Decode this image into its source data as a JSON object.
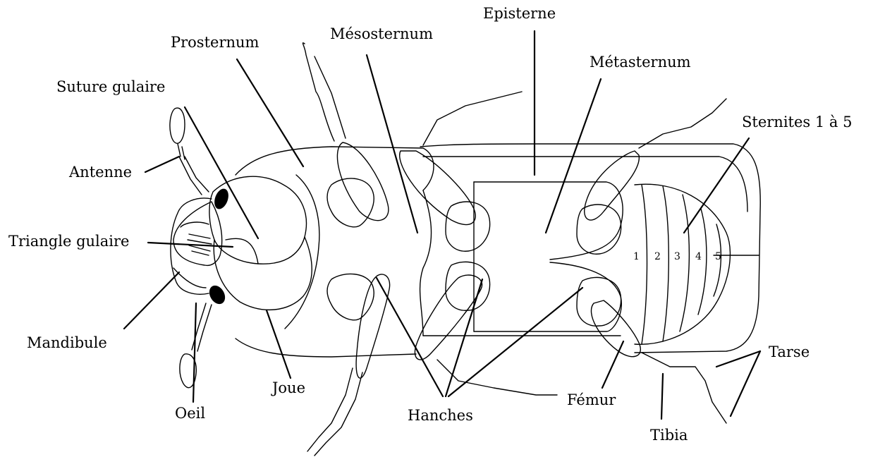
{
  "labels": {
    "episterne": "Episterne",
    "mesosternum": "Mésosternum",
    "prosternum": "Prosternum",
    "metasternum": "Métasternum",
    "suture_gulaire": "Suture gulaire",
    "sternites": "Sternites 1 à 5",
    "antenne": "Antenne",
    "triangle_gulaire": "Triangle gulaire",
    "mandibule": "Mandibule",
    "joue": "Joue",
    "oeil": "Oeil",
    "hanches": "Hanches",
    "femur": "Fémur",
    "tarse": "Tarse",
    "tibia": "Tibia"
  },
  "sternite_numbers": [
    "1",
    "2",
    "3",
    "4",
    "5"
  ]
}
